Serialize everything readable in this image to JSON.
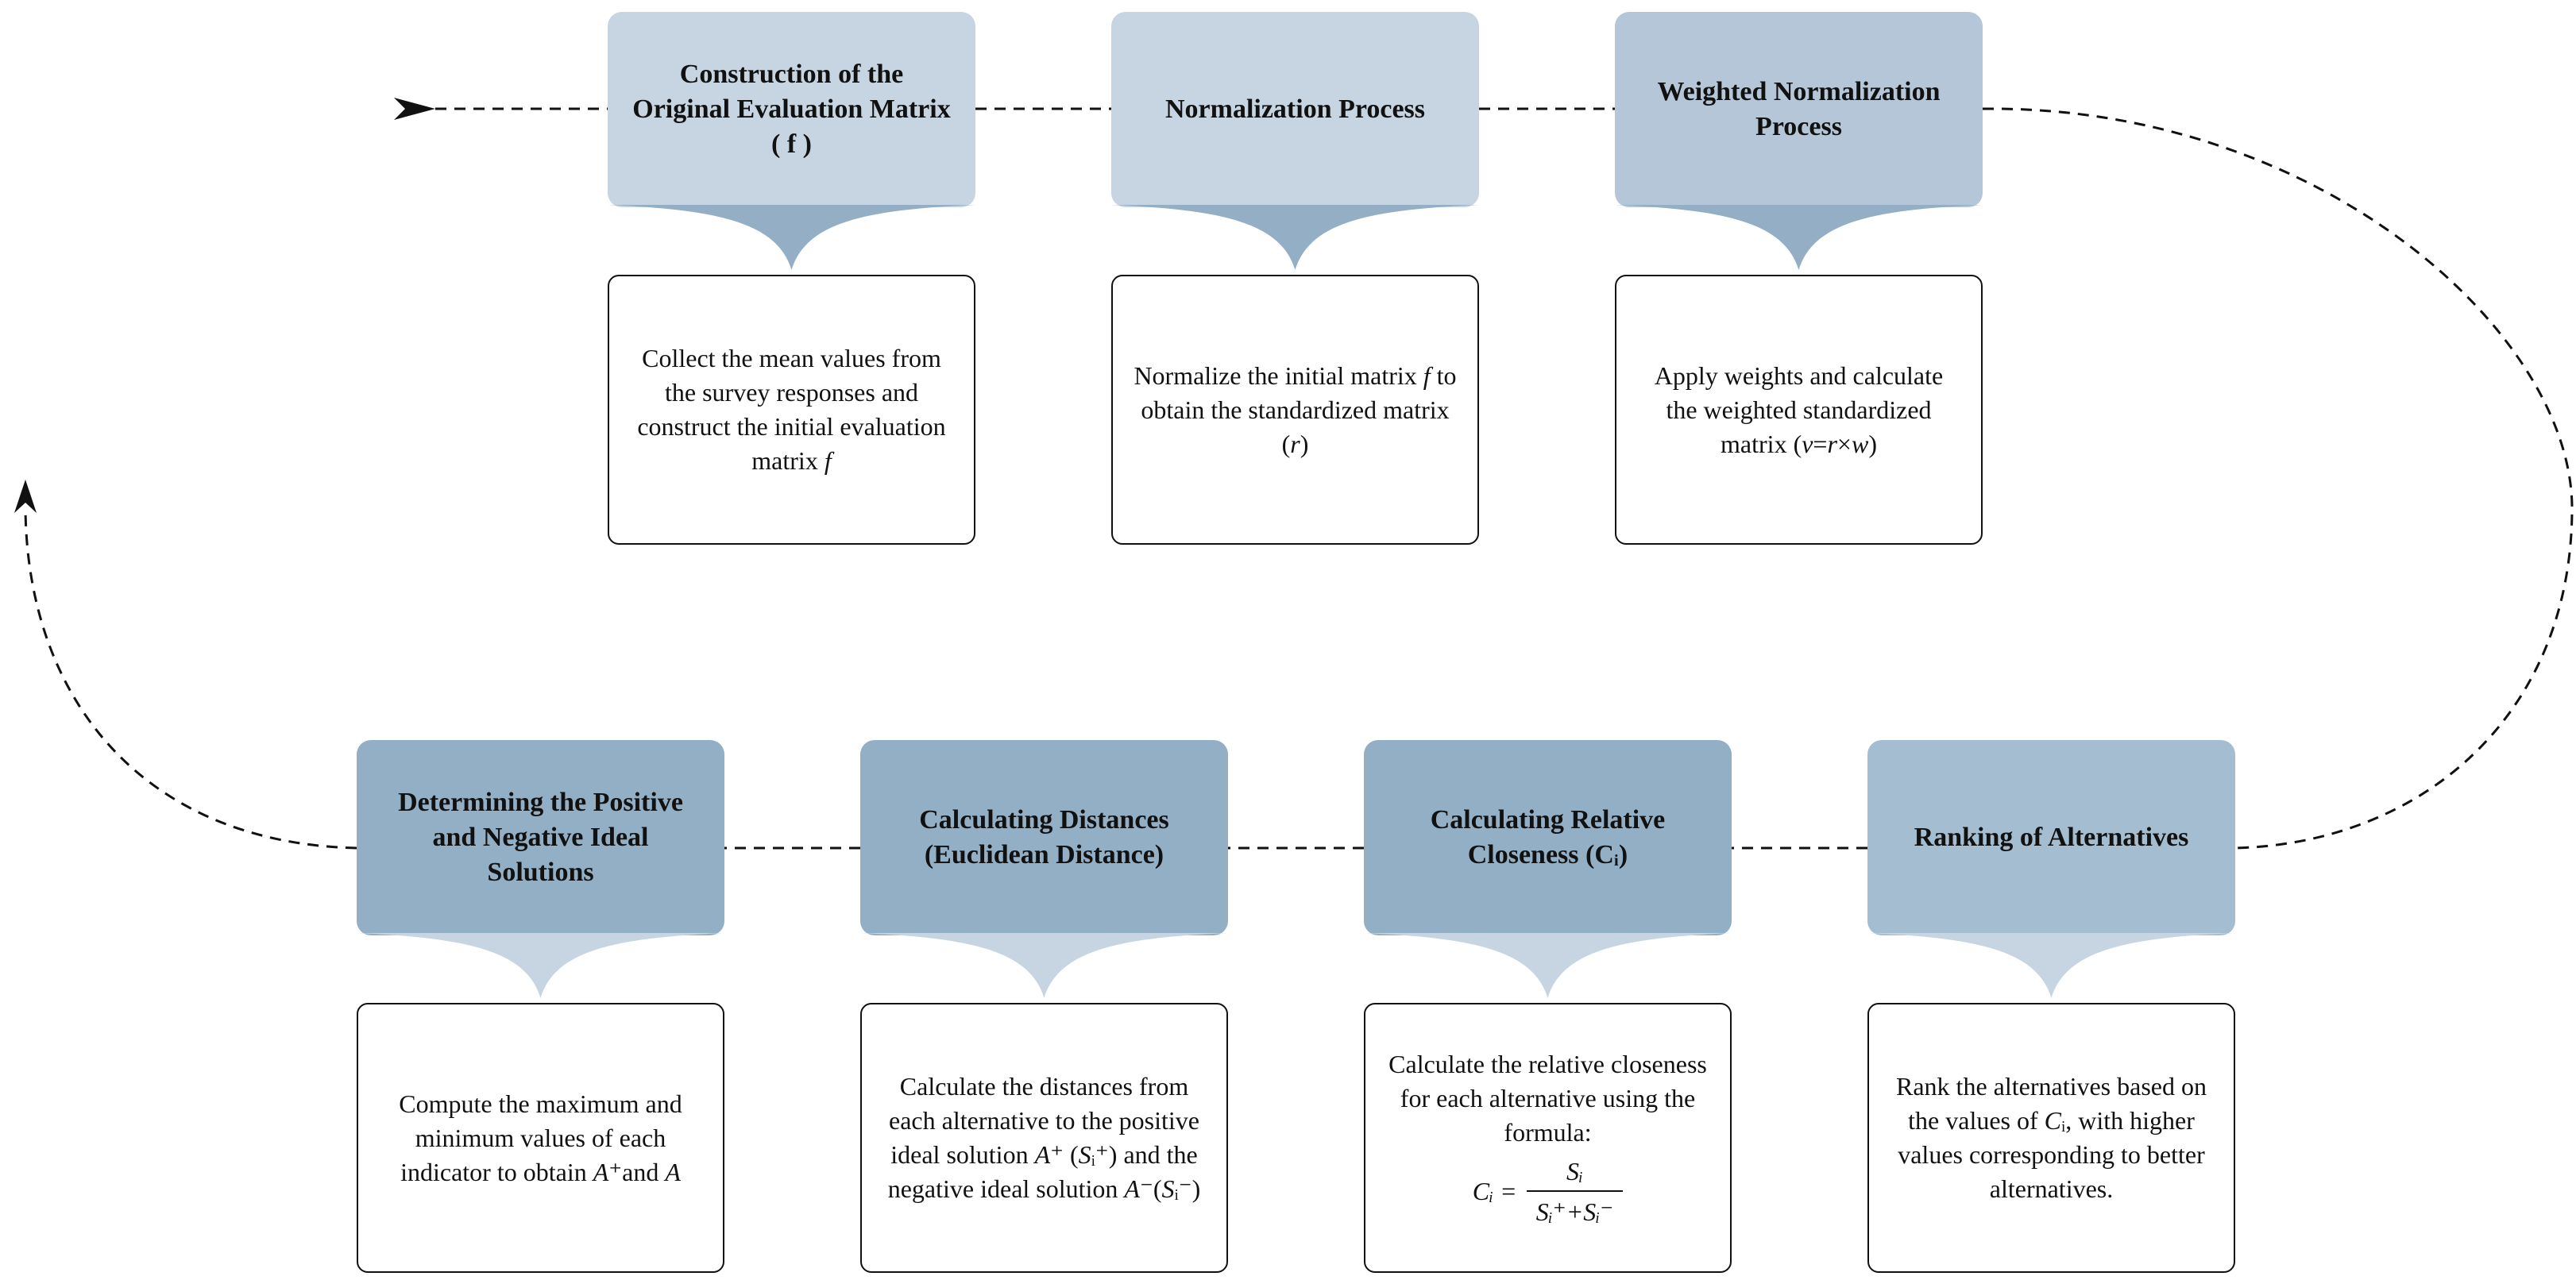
{
  "colors": {
    "row1_header": "#c7d5e2",
    "row1_header_third": "#b4c6d7",
    "row1_pointer": "#94afc5",
    "row2_header": "#93afc6",
    "row2_header_last": "#a5bdd1",
    "row2_pointer": "#c7d5e2",
    "connector": "#111111"
  },
  "steps": [
    {
      "title": "Construction of the Original Evaluation Matrix ( f )",
      "description": "Collect the mean values from the survey responses and construct the initial evaluation matrix f"
    },
    {
      "title": "Normalization Process",
      "description": "Normalize the initial matrix f to obtain the standardized matrix (r)"
    },
    {
      "title": "Weighted Normalization Process",
      "description": "Apply weights and calculate the weighted standardized matrix (v=r×w)"
    },
    {
      "title": "Determining the Positive and Negative Ideal Solutions",
      "description": "Compute the maximum and minimum values of each indicator to obtain A⁺and A"
    },
    {
      "title": "Calculating Distances (Euclidean Distance)",
      "description": "Calculate the distances from each alternative to the positive ideal solution A⁺ (Sᵢ⁺) and the negative ideal solution A⁻(Sᵢ⁻)"
    },
    {
      "title": "Calculating Relative Closeness (Cᵢ)",
      "description": "Calculate the relative closeness for each alternative using the formula:",
      "formula": {
        "lhs": "Cᵢ =",
        "numerator": "Sᵢ",
        "denominator": "Sᵢ⁺+Sᵢ⁻"
      }
    },
    {
      "title": "Ranking of Alternatives",
      "description": "Rank the alternatives based on the values of Cᵢ, with higher values corresponding to better alternatives."
    }
  ]
}
